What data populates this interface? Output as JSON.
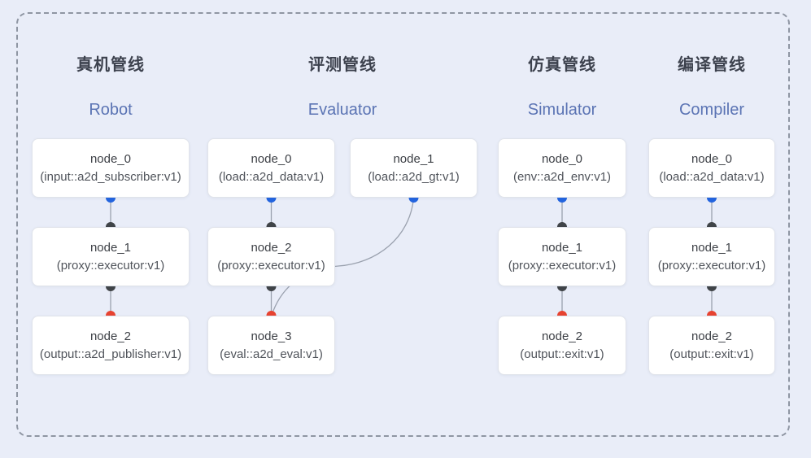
{
  "pipelines": [
    {
      "title_zh": "真机管线",
      "title_en": "Robot",
      "nodes": [
        {
          "name": "node_0",
          "type": "(input::a2d_subscriber:v1)"
        },
        {
          "name": "node_1",
          "type": "(proxy::executor:v1)"
        },
        {
          "name": "node_2",
          "type": "(output::a2d_publisher:v1)"
        }
      ]
    },
    {
      "title_zh": "评测管线",
      "title_en": "Evaluator",
      "nodes": [
        {
          "name": "node_0",
          "type": "(load::a2d_data:v1)"
        },
        {
          "name": "node_1",
          "type": "(load::a2d_gt:v1)"
        },
        {
          "name": "node_2",
          "type": "(proxy::executor:v1)"
        },
        {
          "name": "node_3",
          "type": "(eval::a2d_eval:v1)"
        }
      ]
    },
    {
      "title_zh": "仿真管线",
      "title_en": "Simulator",
      "nodes": [
        {
          "name": "node_0",
          "type": "(env::a2d_env:v1)"
        },
        {
          "name": "node_1",
          "type": "(proxy::executor:v1)"
        },
        {
          "name": "node_2",
          "type": "(output::exit:v1)"
        }
      ]
    },
    {
      "title_zh": "编译管线",
      "title_en": "Compiler",
      "nodes": [
        {
          "name": "node_0",
          "type": "(load::a2d_data:v1)"
        },
        {
          "name": "node_1",
          "type": "(proxy::executor:v1)"
        },
        {
          "name": "node_2",
          "type": "(output::exit:v1)"
        }
      ]
    }
  ],
  "colors": {
    "port_input": "#2364df",
    "port_mid": "#404448",
    "port_output": "#e74330",
    "edge": "#9aa1ae",
    "title_accent": "#5b74b4"
  }
}
